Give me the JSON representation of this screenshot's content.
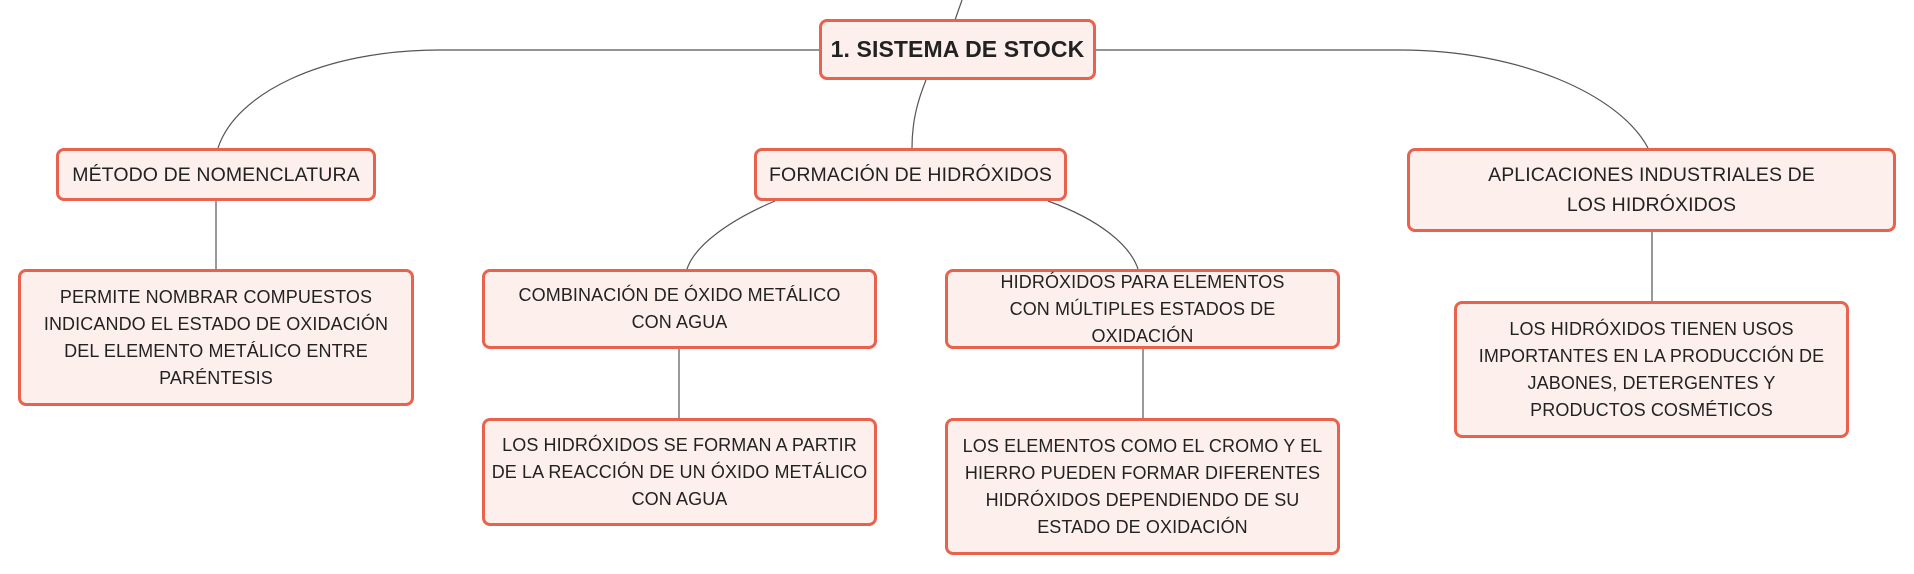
{
  "root": {
    "label": "1. SISTEMA DE STOCK"
  },
  "branches": [
    {
      "label": "MÉTODO DE NOMENCLATURA",
      "children": [
        {
          "label": "PERMITE NOMBRAR COMPUESTOS INDICANDO EL ESTADO DE OXIDACIÓN DEL ELEMENTO METÁLICO ENTRE PARÉNTESIS"
        }
      ]
    },
    {
      "label": "FORMACIÓN DE HIDRÓXIDOS",
      "children": [
        {
          "label": "COMBINACIÓN DE ÓXIDO METÁLICO CON AGUA",
          "children": [
            {
              "label": "LOS HIDRÓXIDOS SE FORMAN A PARTIR DE LA REACCIÓN DE UN ÓXIDO METÁLICO CON AGUA"
            }
          ]
        },
        {
          "label": "HIDRÓXIDOS PARA ELEMENTOS CON MÚLTIPLES ESTADOS DE OXIDACIÓN",
          "children": [
            {
              "label": "LOS ELEMENTOS COMO EL CROMO Y EL HIERRO PUEDEN FORMAR DIFERENTES HIDRÓXIDOS DEPENDIENDO DE SU ESTADO DE OXIDACIÓN"
            }
          ]
        }
      ]
    },
    {
      "label": "APLICACIONES INDUSTRIALES DE LOS HIDRÓXIDOS",
      "children": [
        {
          "label": "LOS HIDRÓXIDOS TIENEN USOS IMPORTANTES EN LA PRODUCCIÓN DE JABONES, DETERGENTES Y PRODUCTOS COSMÉTICOS"
        }
      ]
    }
  ]
}
